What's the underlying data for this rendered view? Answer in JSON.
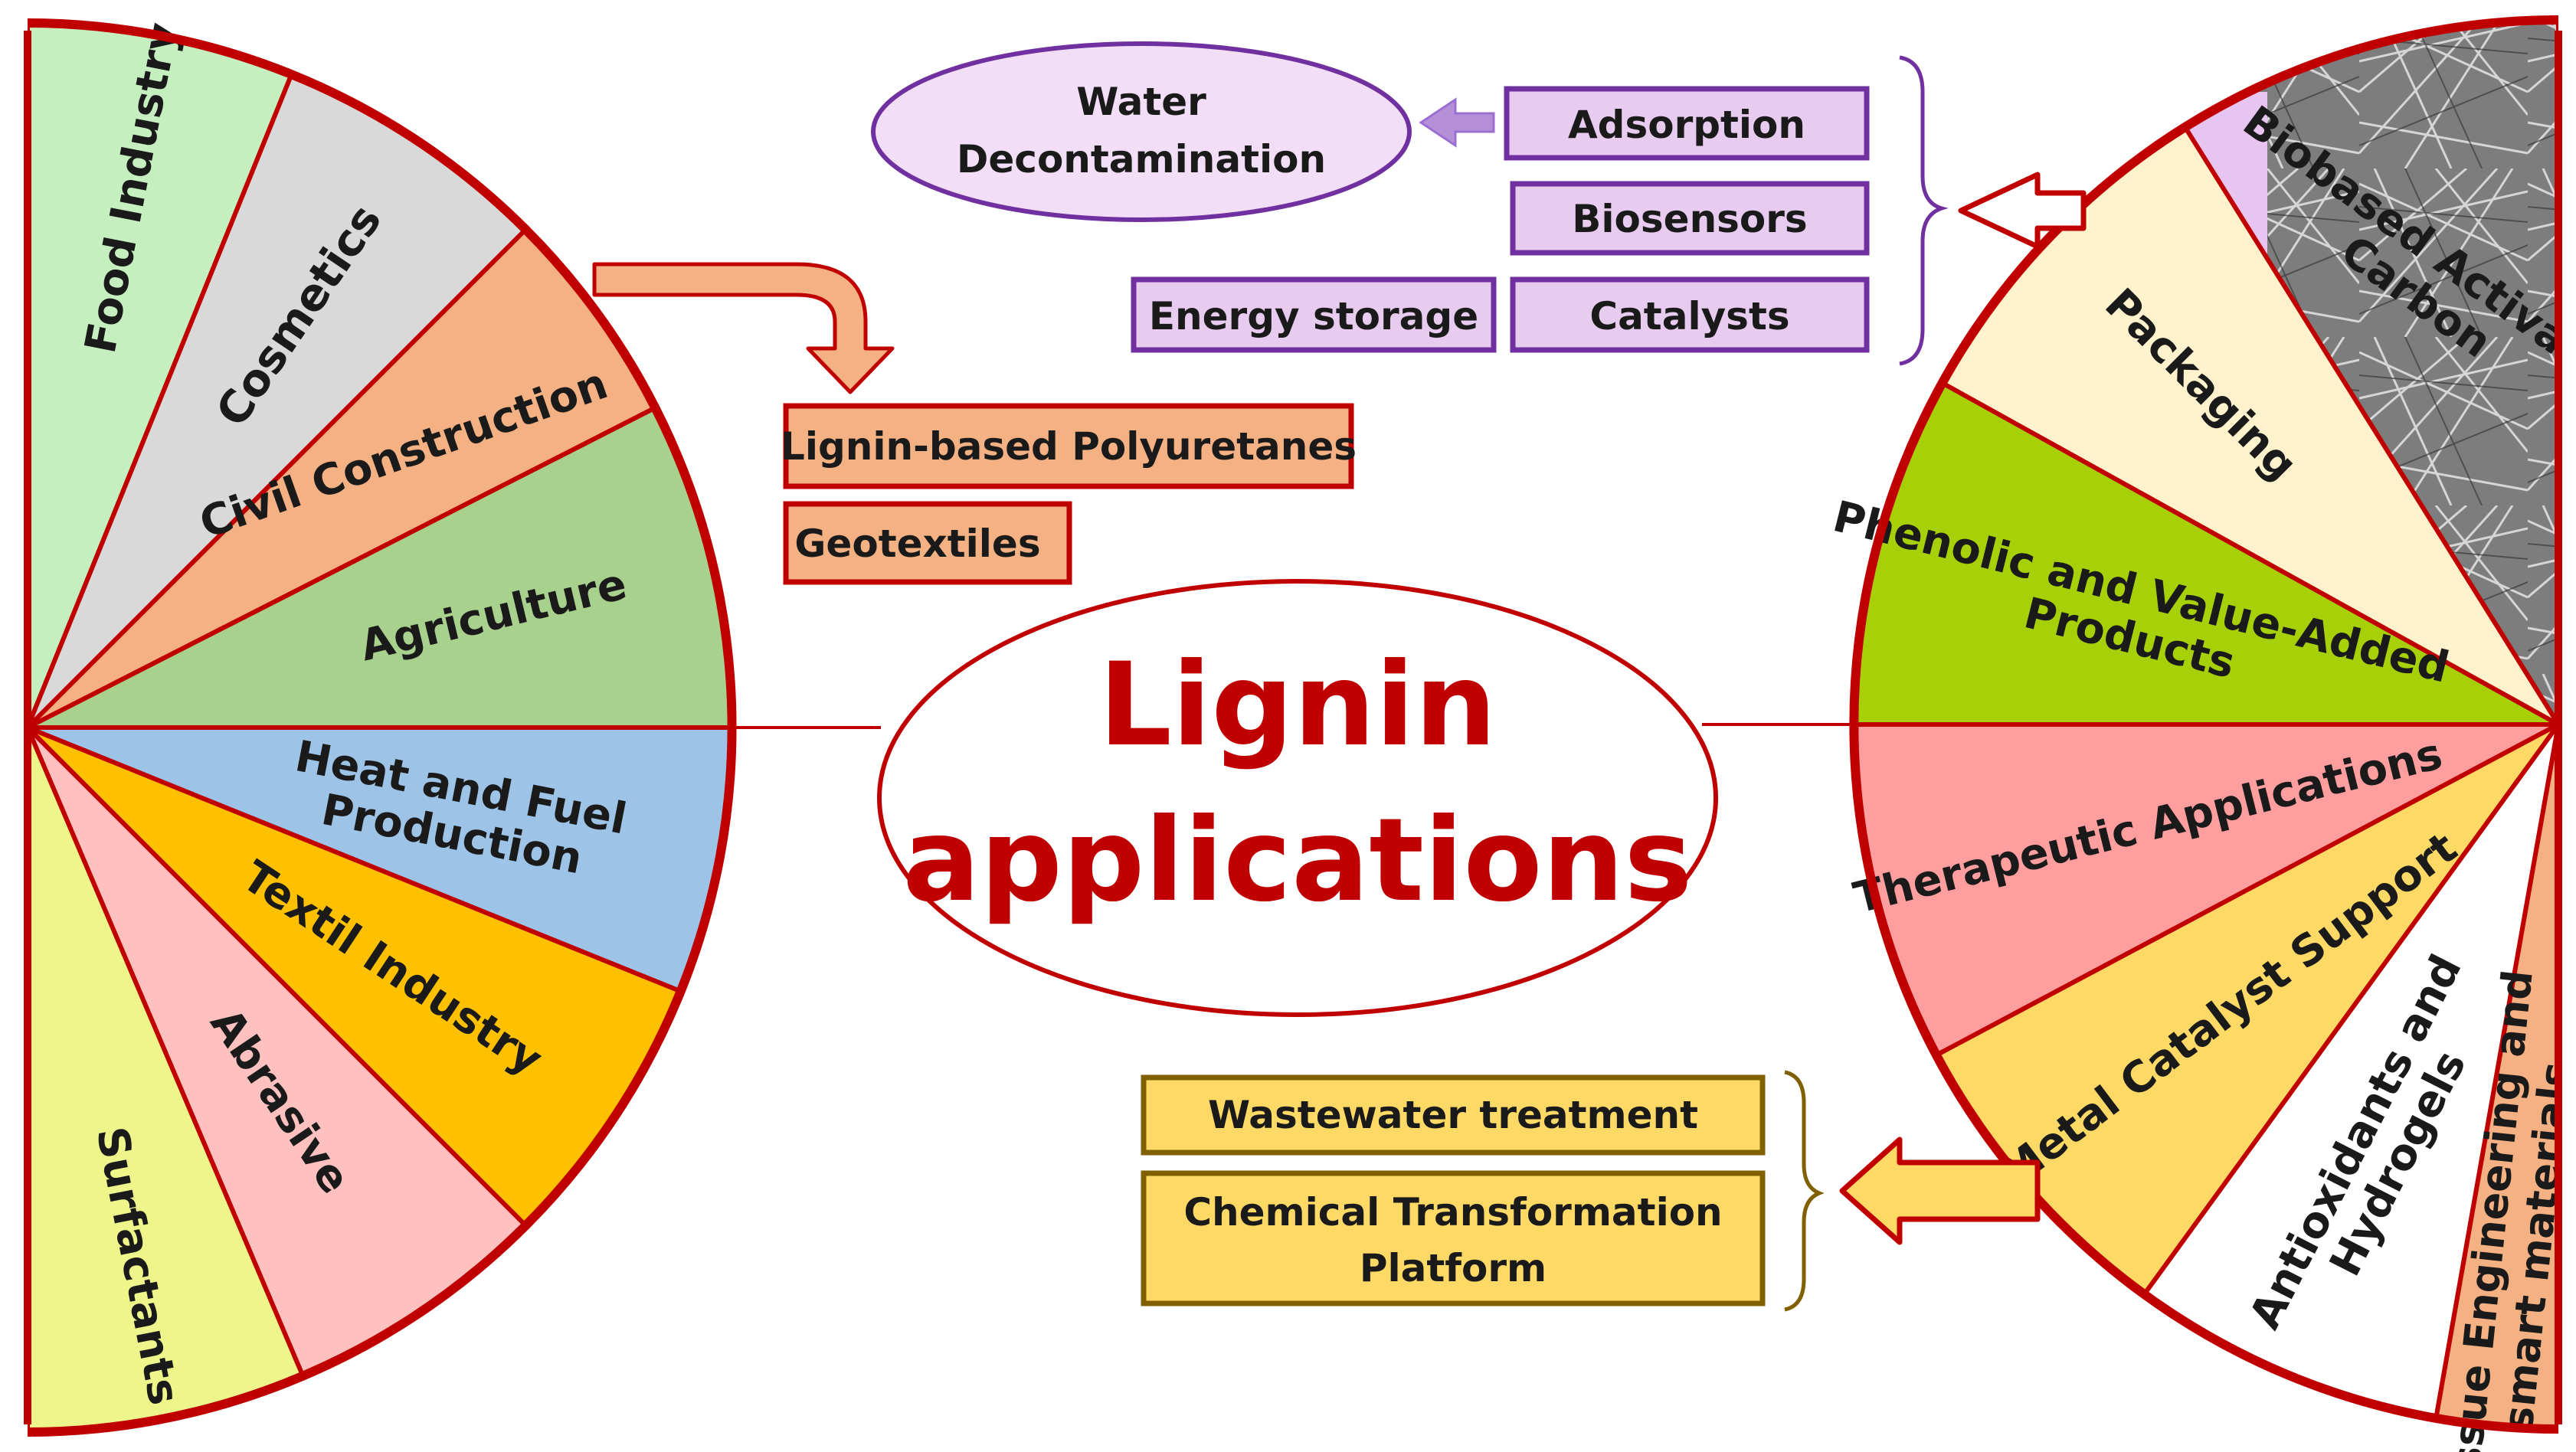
{
  "title": {
    "line1": "Lignin",
    "line2": "applications"
  },
  "colors": {
    "outline": "#C00000",
    "purple_outline": "#7030A0",
    "purple_fill": "#E8CCF0",
    "purple_arrow": "#B590D8",
    "orange_box": "#F4B183",
    "yellow_box": "#FFD966",
    "yellow_outline": "#806000"
  },
  "left_semicircle": {
    "sectors": [
      {
        "label_lines": [
          "Food Industry"
        ],
        "color": "#C6EFC0"
      },
      {
        "label_lines": [
          "Cosmetics"
        ],
        "color": "#D9D9D9"
      },
      {
        "label_lines": [
          "Civil Construction"
        ],
        "color": "#F4B183"
      },
      {
        "label_lines": [
          "Agriculture"
        ],
        "color": "#A9D18E"
      },
      {
        "label_lines": [
          "Heat and Fuel",
          "Production"
        ],
        "color": "#9DC3E6"
      },
      {
        "label_lines": [
          "Textil Industry"
        ],
        "color": "#FFC000"
      },
      {
        "label_lines": [
          "Abrasive"
        ],
        "color": "#FFC0C0"
      },
      {
        "label_lines": [
          "Surfactants"
        ],
        "color": "#EEF58A"
      }
    ]
  },
  "right_semicircle": {
    "sectors": [
      {
        "label_lines": [
          "Biobased Activation",
          "Carbon"
        ],
        "color": "#E8C4F0",
        "texture": "fibers-photo"
      },
      {
        "label_lines": [
          "Packaging"
        ],
        "color": "#FFF2CC"
      },
      {
        "label_lines": [
          "Phenolic and Value-Added",
          "Products"
        ],
        "color": "#A8D008"
      },
      {
        "label_lines": [
          "Therapeutic Applications"
        ],
        "color": "#FF9E9E"
      },
      {
        "label_lines": [
          "Metal Catalyst Support"
        ],
        "color": "#FFD966"
      },
      {
        "label_lines": [
          "Antioxidants and",
          "Hydrogels"
        ],
        "color": "#FFFFFF"
      },
      {
        "label_lines": [
          "Tissue Engineering and",
          "smart  materials"
        ],
        "color": "#F4B183"
      }
    ]
  },
  "top_group": {
    "boxes": [
      "Adsorption",
      "Biosensors",
      "Catalysts",
      "Energy storage"
    ],
    "ellipse_lines": [
      "Water",
      "Decontamination"
    ]
  },
  "orange_group": {
    "boxes": [
      "Lignin-based Polyuretanes",
      "Geotextiles"
    ]
  },
  "bottom_group": {
    "boxes": [
      {
        "lines": [
          "Wastewater treatment"
        ]
      },
      {
        "lines": [
          "Chemical Transformation",
          "Platform"
        ]
      }
    ]
  }
}
